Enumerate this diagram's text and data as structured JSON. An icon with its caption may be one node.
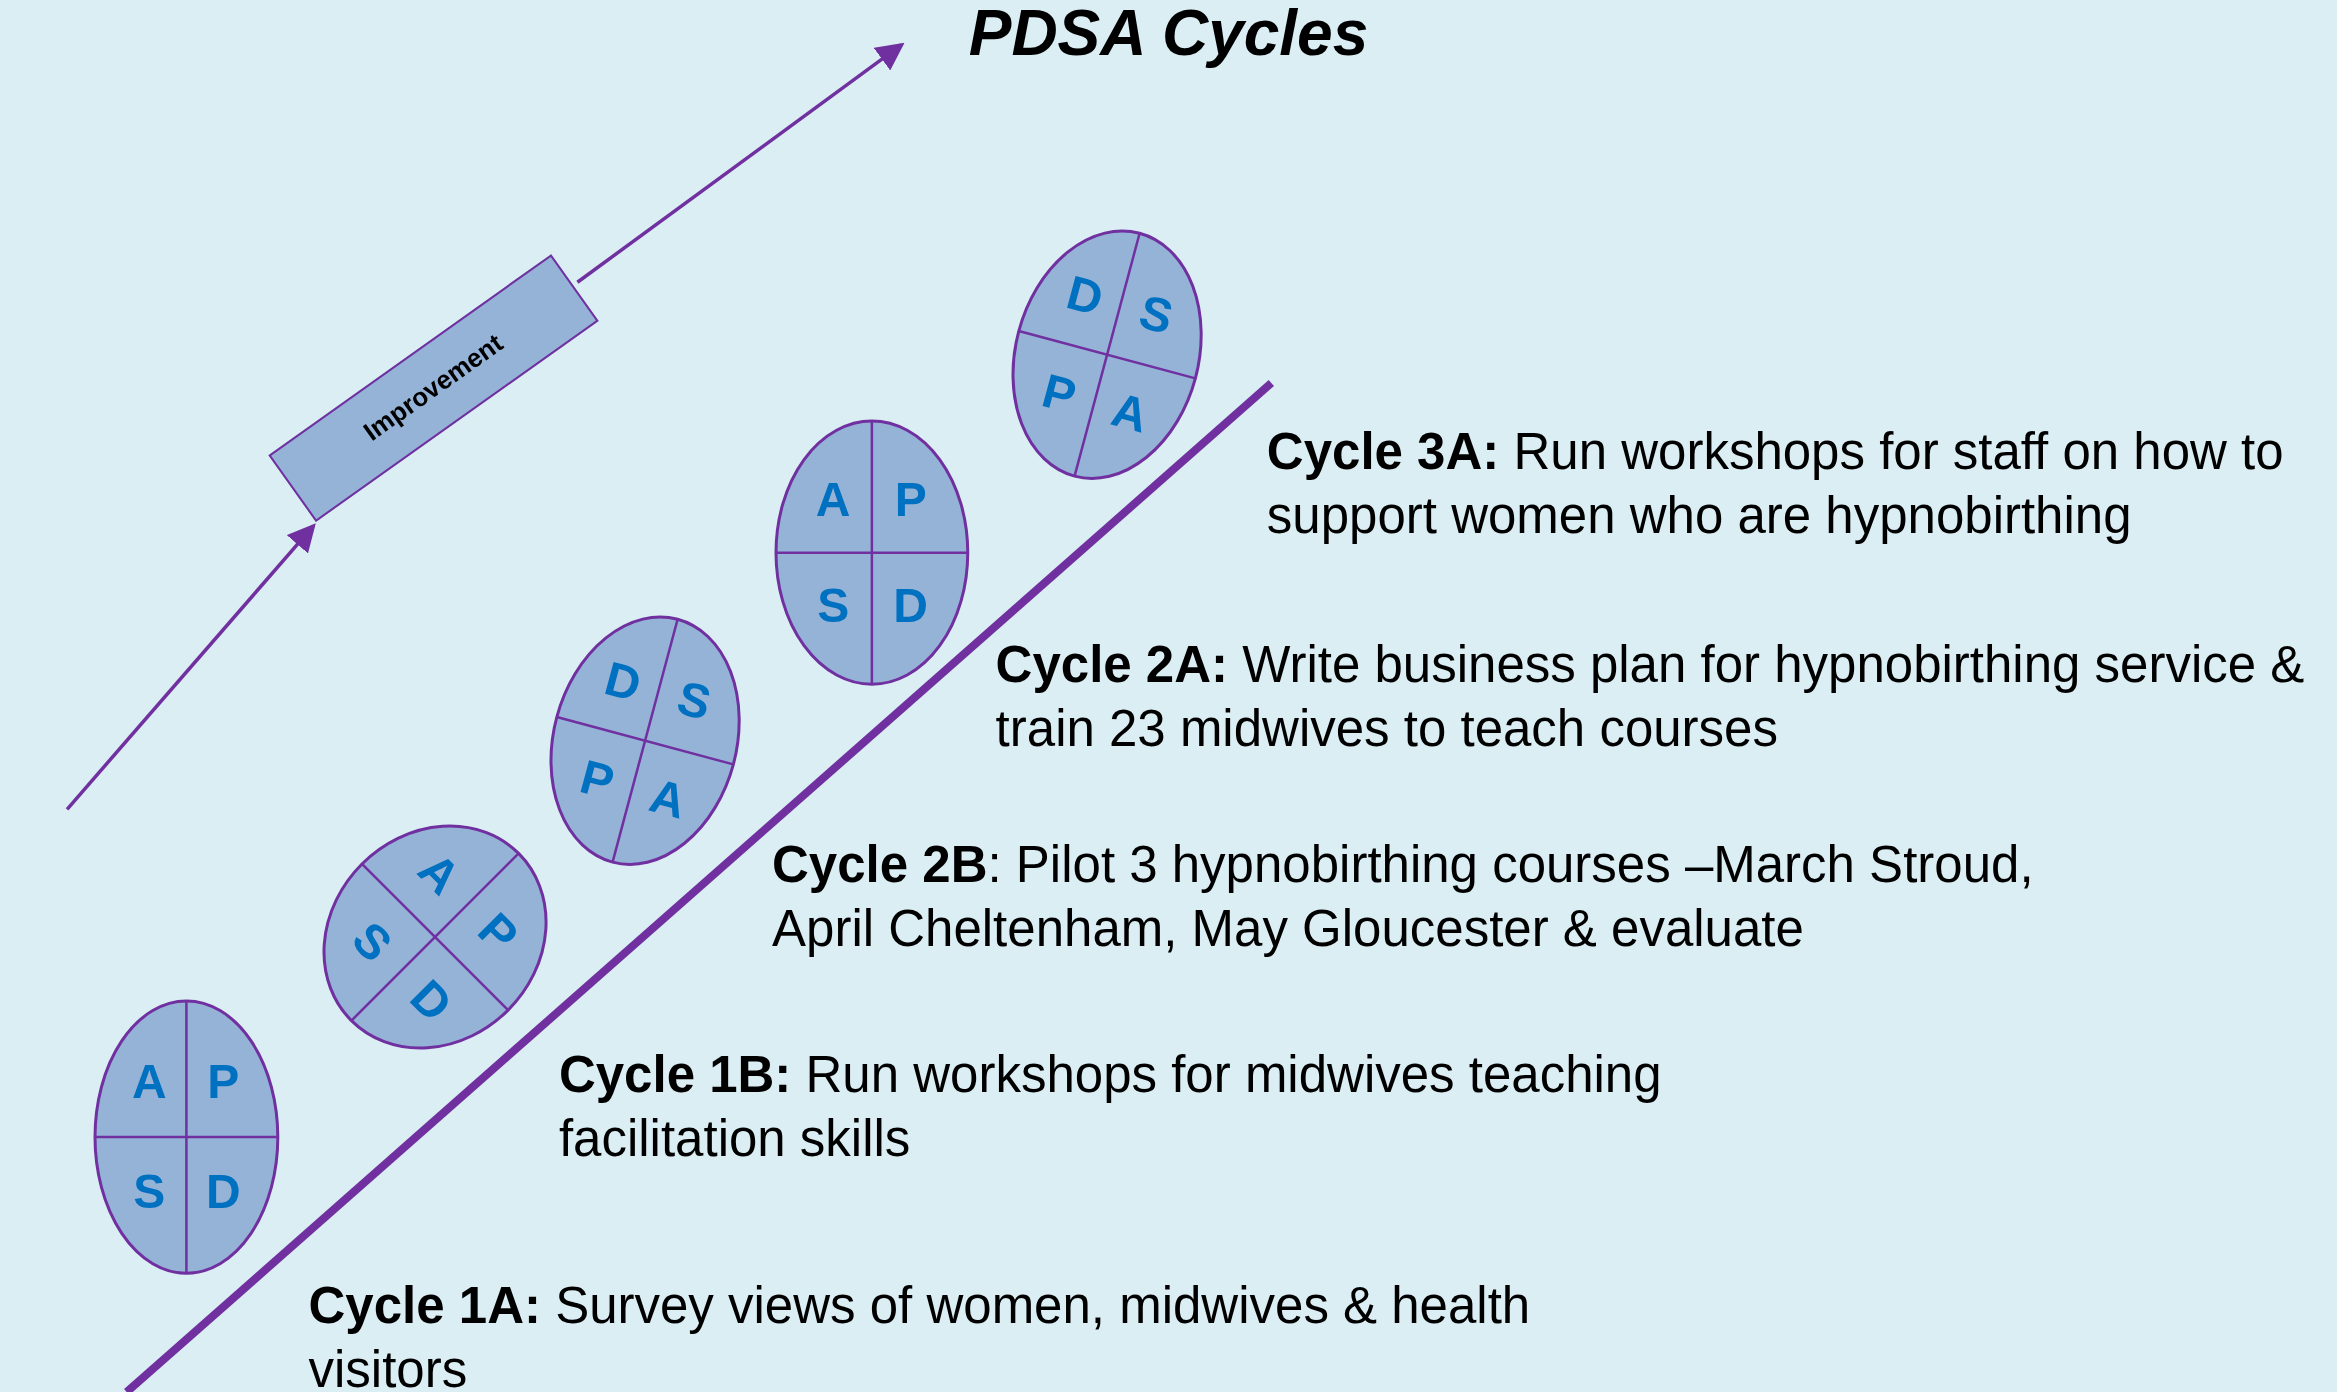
{
  "diagram": {
    "title": "PDSA Cycles",
    "nodes": [
      {
        "text": [
          "A",
          "P",
          "S",
          "D"
        ]
      },
      {
        "text": [
          "A",
          "P",
          "S",
          "D"
        ]
      },
      {
        "text": [
          "D",
          "S",
          "P",
          "A"
        ]
      },
      {
        "text": [
          "A",
          "P",
          "S",
          "D"
        ]
      },
      {
        "text": [
          "D",
          "S",
          "P",
          "A"
        ]
      },
      {
        "text": [
          "Improvement"
        ]
      }
    ],
    "edges": [
      {
        "from": null,
        "to": 5,
        "arrow": "to"
      },
      {
        "from": 5,
        "to": null,
        "arrow": "to"
      }
    ],
    "labels": [
      "**Cycle 3A:** Run workshops for staff on how to support women who are hypnobirthing",
      "**Cycle 2A:** Write business plan for hypnobirthing service & train 23 midwives to teach courses",
      "**Cycle 2B**: Pilot 3 hypnobirthing courses –March Stroud, April Cheltenham, May Gloucester & evaluate",
      "**Cycle 1B:** Run workshops for midwives teaching facilitation skills",
      "**Cycle 1A:** Survey views of women, midwives & health visitors"
    ]
  }
}
